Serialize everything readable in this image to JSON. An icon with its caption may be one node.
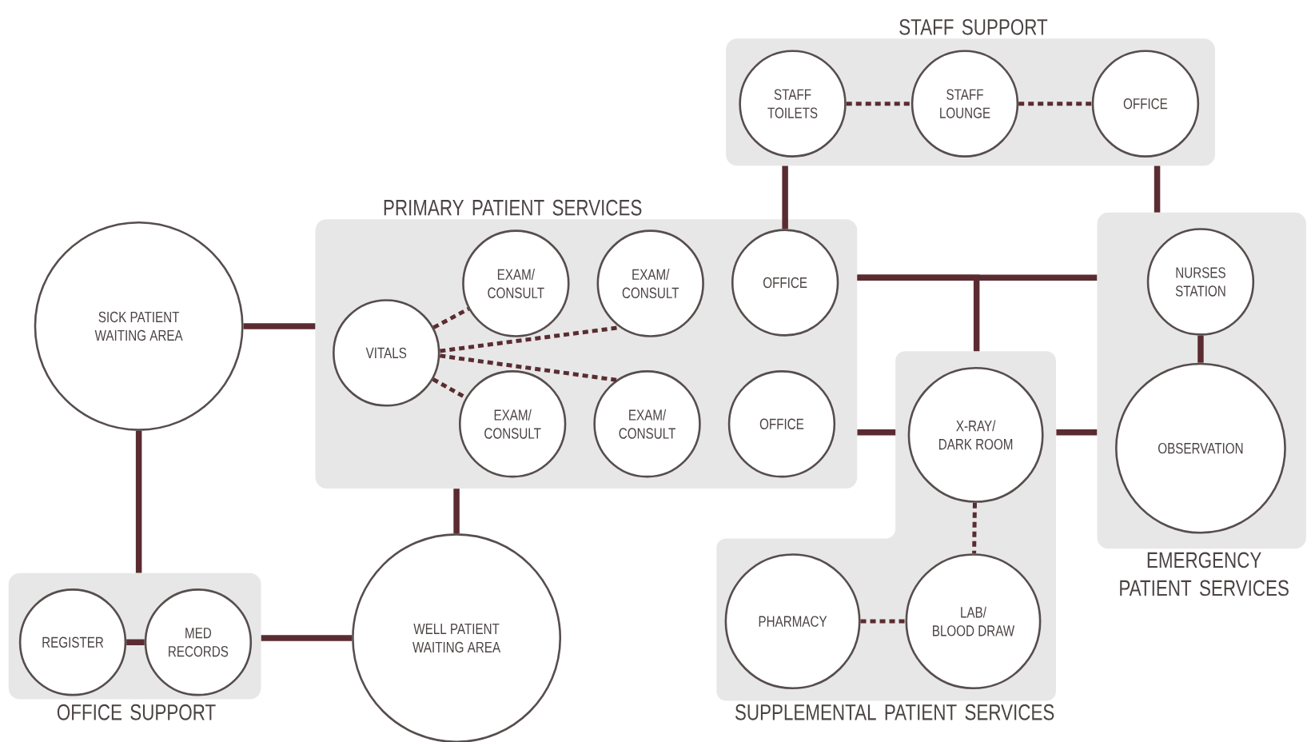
{
  "diagram": {
    "nodes": [
      {
        "text": [
          "STAFF SUPPORT"
        ]
      },
      {
        "text": [
          "STAFF TOILETS"
        ],
        "in": 0
      },
      {
        "text": [
          "STAFF LOUNGE"
        ],
        "in": 0
      },
      {
        "text": [
          "OFFICE"
        ],
        "in": 0
      },
      {
        "text": [
          "PRIMARY PATIENT SERVICES"
        ]
      },
      {
        "text": [
          "VITALS"
        ],
        "in": 4
      },
      {
        "text": [
          "EXAM/ CONSULT"
        ],
        "in": 4
      },
      {
        "text": [
          "EXAM/ CONSULT"
        ],
        "in": 4
      },
      {
        "text": [
          "OFFICE"
        ],
        "in": 4
      },
      {
        "text": [
          "EXAM/ CONSULT"
        ],
        "in": 4
      },
      {
        "text": [
          "EXAM/ CONSULT"
        ],
        "in": 4
      },
      {
        "text": [
          "OFFICE"
        ],
        "in": 4
      },
      {
        "text": [
          "SICK PATIENT WAITING AREA"
        ]
      },
      {
        "text": [
          "EMERGENCY PATIENT SERVICES"
        ]
      },
      {
        "text": [
          "NURSES STATION"
        ],
        "in": 13
      },
      {
        "text": [
          "OBSERVATION"
        ],
        "in": 13
      },
      {
        "text": [
          "SUPPLEMENTAL PATIENT SERVICES"
        ]
      },
      {
        "text": [
          "X-RAY/ DARK ROOM"
        ],
        "in": 16
      },
      {
        "text": [
          "PHARMACY"
        ],
        "in": 16
      },
      {
        "text": [
          "LAB/ BLOOD DRAW"
        ],
        "in": 16
      },
      {
        "text": [
          "OFFICE SUPPORT"
        ]
      },
      {
        "text": [
          "REGISTER"
        ],
        "in": 20
      },
      {
        "text": [
          "MED RECORDS"
        ],
        "in": 20
      },
      {
        "text": [
          "WELL PATIENT WAITING AREA"
        ]
      }
    ],
    "edges": [
      {
        "from": 1,
        "to": 2,
        "arrow": "none",
        "style": "dashed"
      },
      {
        "from": 2,
        "to": 3,
        "arrow": "none",
        "style": "dashed"
      },
      {
        "from": 0,
        "to": 8,
        "arrow": "none"
      },
      {
        "from": 0,
        "to": 13,
        "arrow": "none"
      },
      {
        "from": 12,
        "to": 4,
        "arrow": "none"
      },
      {
        "from": 5,
        "to": 6,
        "arrow": "none",
        "style": "dashed"
      },
      {
        "from": 5,
        "to": 7,
        "arrow": "none",
        "style": "dashed"
      },
      {
        "from": 5,
        "to": 9,
        "arrow": "none",
        "style": "dashed"
      },
      {
        "from": 5,
        "to": 10,
        "arrow": "none",
        "style": "dashed"
      },
      {
        "from": 4,
        "to": 13,
        "arrow": "none"
      },
      {
        "from": 4,
        "to": 16,
        "arrow": "none"
      },
      {
        "from": 4,
        "to": 16,
        "arrow": "none"
      },
      {
        "from": 16,
        "to": 13,
        "arrow": "none"
      },
      {
        "from": 14,
        "to": 15,
        "arrow": "none"
      },
      {
        "from": 17,
        "to": 19,
        "arrow": "none",
        "style": "dashed"
      },
      {
        "from": 18,
        "to": 19,
        "arrow": "none",
        "style": "dashed"
      },
      {
        "from": 12,
        "to": 20,
        "arrow": "none"
      },
      {
        "from": 21,
        "to": 22,
        "arrow": "none"
      },
      {
        "from": 20,
        "to": 23,
        "arrow": "none"
      },
      {
        "from": 4,
        "to": 23,
        "arrow": "none"
      }
    ]
  }
}
